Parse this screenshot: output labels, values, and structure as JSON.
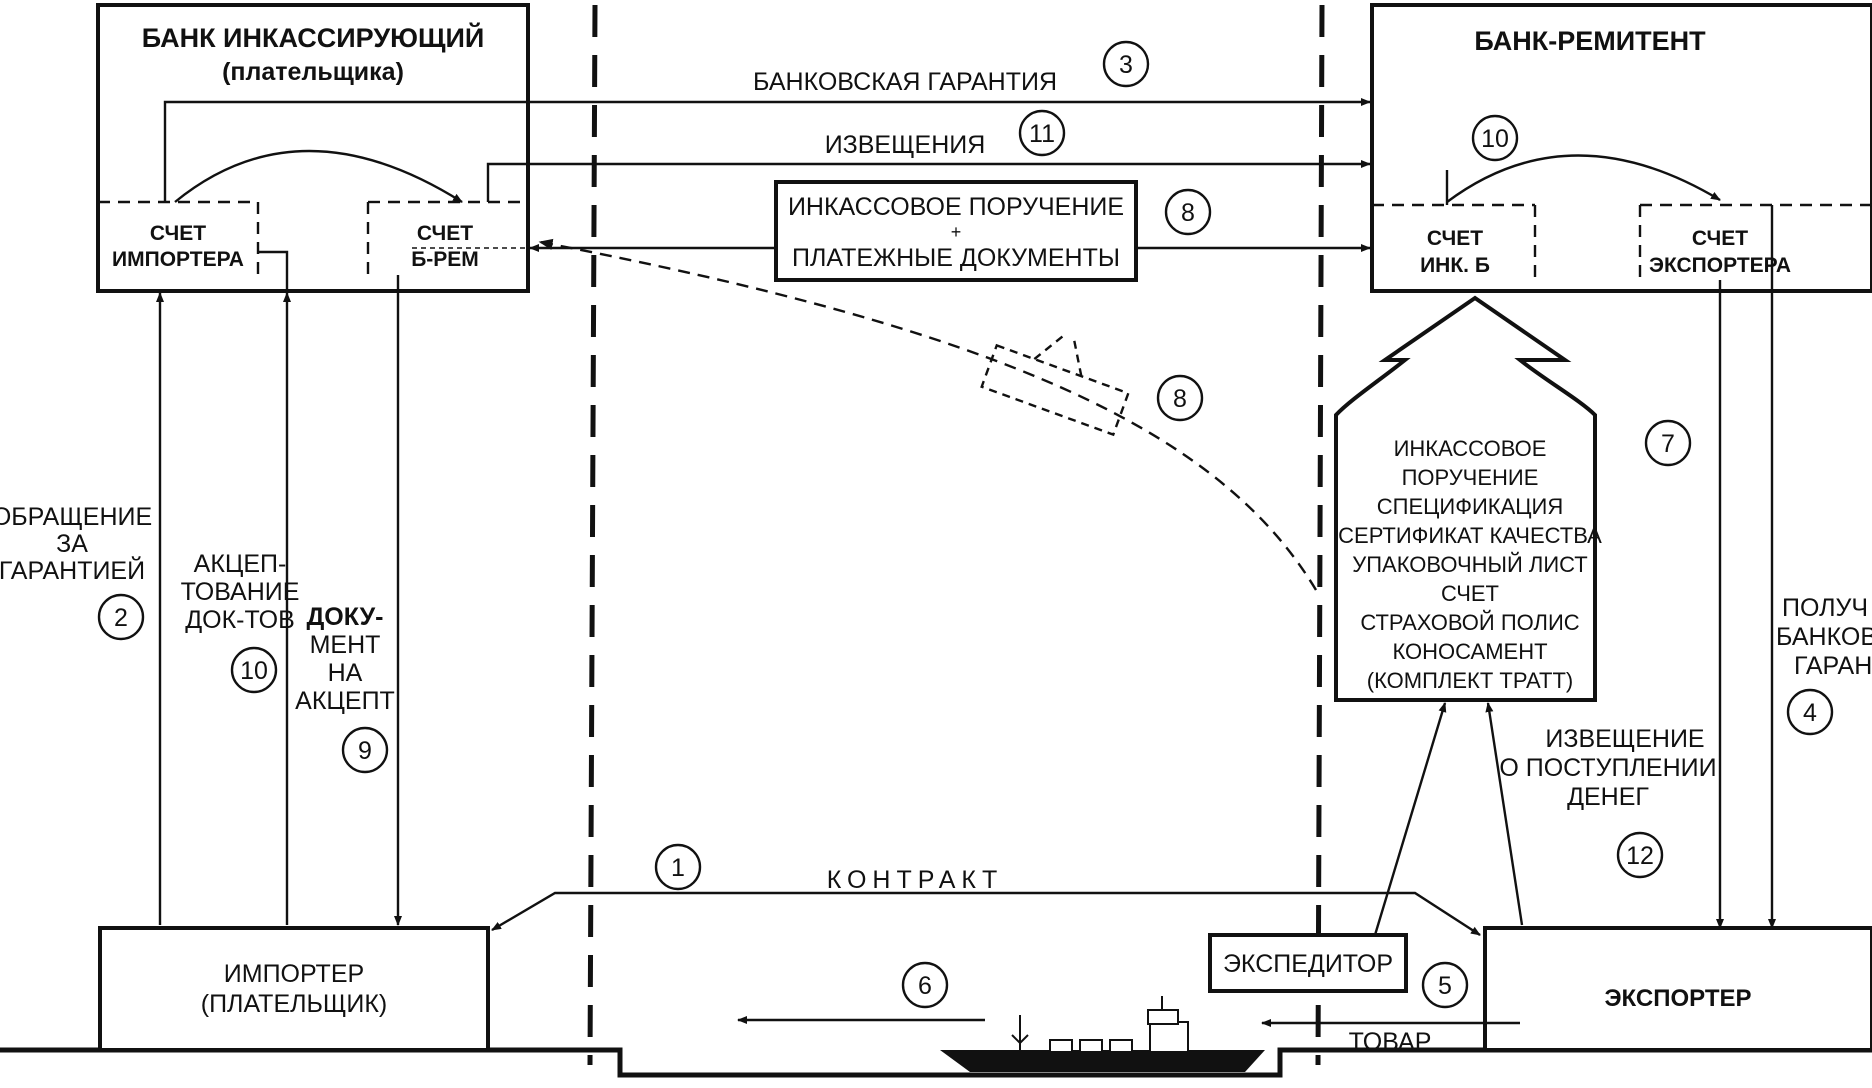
{
  "bank_collecting": {
    "title": "БАНК ИНКАССИРУЮЩИЙ",
    "subtitle": "(плательщика)",
    "account_importer": [
      "СЧЕТ",
      "ИМПОРТЕРА"
    ],
    "account_remitting": [
      "СЧЕТ",
      "Б-РЕМ"
    ]
  },
  "bank_remitting": {
    "title": "БАНК-РЕМИТЕНТ",
    "account_collecting": [
      "СЧЕТ",
      "ИНК. Б"
    ],
    "account_exporter": [
      "СЧЕТ",
      "ЭКСПОРТЕРА"
    ]
  },
  "importer": [
    "ИМПОРТЕР",
    "(ПЛАТЕЛЬЩИК)"
  ],
  "exporter": "ЭКСПОРТЕР",
  "forwarder": "ЭКСПЕДИТОР",
  "flows": {
    "guarantee": "БАНКОВСКАЯ ГАРАНТИЯ",
    "notices": "ИЗВЕЩЕНИЯ",
    "collection_order": [
      "ИНКАССОВОЕ ПОРУЧЕНИЕ",
      "+",
      "ПЛАТЕЖНЫЕ ДОКУМЕНТЫ"
    ],
    "contract": "КОНТРАКТ",
    "goods": "ТОВАР",
    "guarantee_request": [
      "ОБРАЩЕНИЕ",
      "ЗА",
      "ГАРАНТИЕЙ"
    ],
    "acceptance": [
      "АКЦЕП-",
      "ТОВАНИЕ",
      "ДОК-ТОВ"
    ],
    "doc_for_acceptance": [
      "ДОКУ-",
      "МЕНТ",
      "НА",
      "АКЦЕПТ"
    ],
    "guarantee_receipt": [
      "ПОЛУЧ",
      "БАНКОВ",
      "ГАРАН"
    ],
    "money_notice": [
      "ИЗВЕЩЕНИЕ",
      "О ПОСТУПЛЕНИИ",
      "ДЕНЕГ"
    ]
  },
  "documents": [
    "ИНКАССОВОЕ",
    "ПОРУЧЕНИЕ",
    "СПЕЦИФИКАЦИЯ",
    "СЕРТИФИКАТ КАЧЕСТВА",
    "УПАКОВОЧНЫЙ ЛИСТ",
    "СЧЕТ",
    "СТРАХОВОЙ ПОЛИС",
    "КОНОСАМЕНТ",
    "(КОМПЛЕКТ ТРАТТ)"
  ],
  "steps": {
    "contract": "1",
    "guarantee_request": "2",
    "guarantee": "3",
    "guarantee_receipt": "4",
    "forwarder": "5",
    "shipment": "6",
    "documents": "7",
    "collection_order": "8",
    "documents_airmail": "8",
    "doc_for_acceptance": "9",
    "acceptance": "10",
    "remitting_transfer": "10",
    "notices": "11",
    "money_notice": "12"
  }
}
